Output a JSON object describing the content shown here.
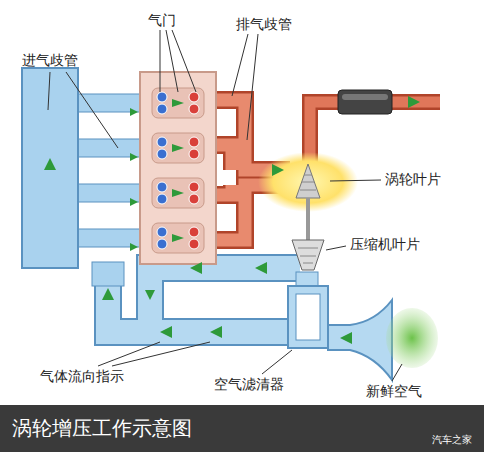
{
  "diagram": {
    "caption": "涡轮增压工作示意图",
    "labels": [
      "进气歧管",
      "气门",
      "排气歧管",
      "涡轮叶片",
      "压缩机叶片",
      "气体流向指示",
      "空气滤清器",
      "新鲜空气",
      "汽车之家"
    ]
  }
}
